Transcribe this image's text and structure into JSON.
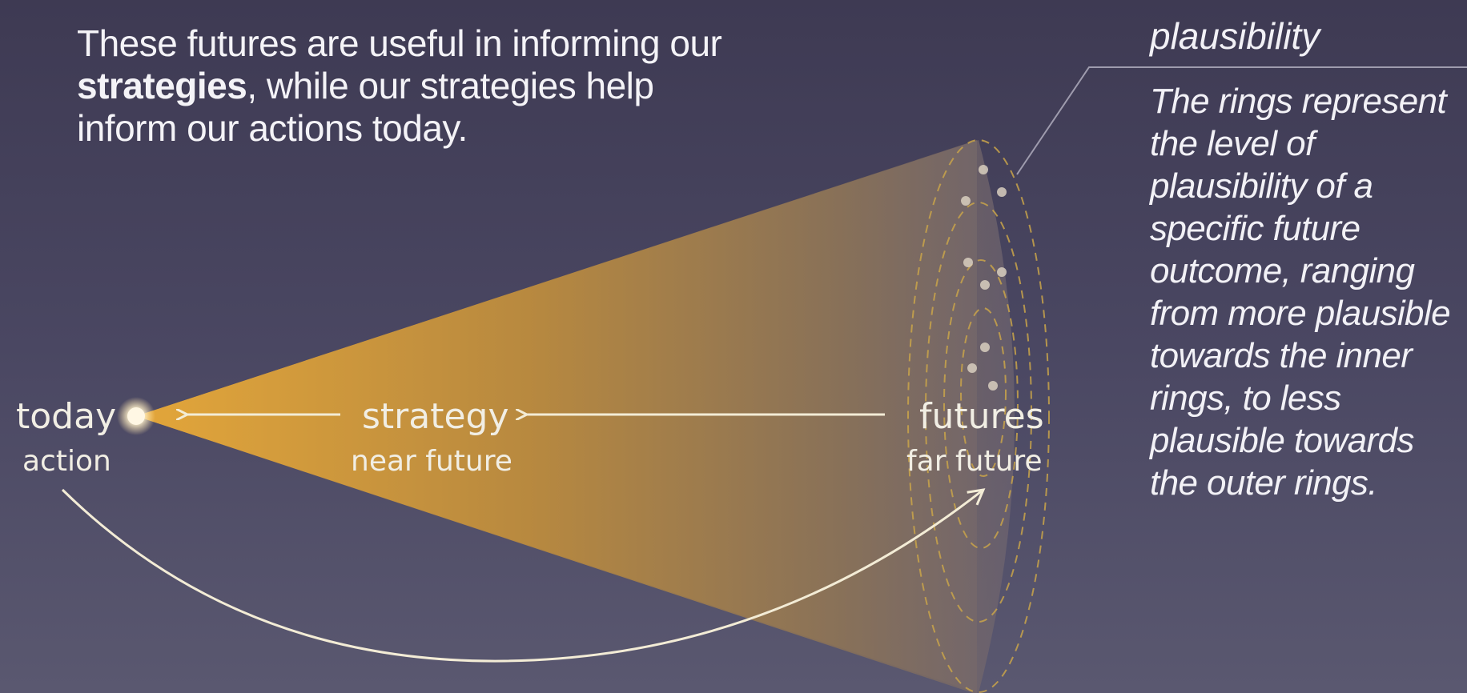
{
  "intro": {
    "part1": "These futures are useful in informing our ",
    "bold": "strategies",
    "part2": ", while our strategies help inform our actions today."
  },
  "plausibility": {
    "title": "plausibility",
    "description": "The rings represent the level of plausibility of a specific future outcome, ranging from more plausible towards the inner rings, to less plausible towards the outer rings."
  },
  "diagram": {
    "today": "today",
    "action": "action",
    "strategy": "strategy",
    "near_future": "near future",
    "futures": "futures",
    "far_future": "far future"
  },
  "colors": {
    "cone_start": "#e2a53a",
    "cone_end": "#7a6a6a",
    "ring": "#c9a44a",
    "arrow": "#f3ecd6"
  }
}
